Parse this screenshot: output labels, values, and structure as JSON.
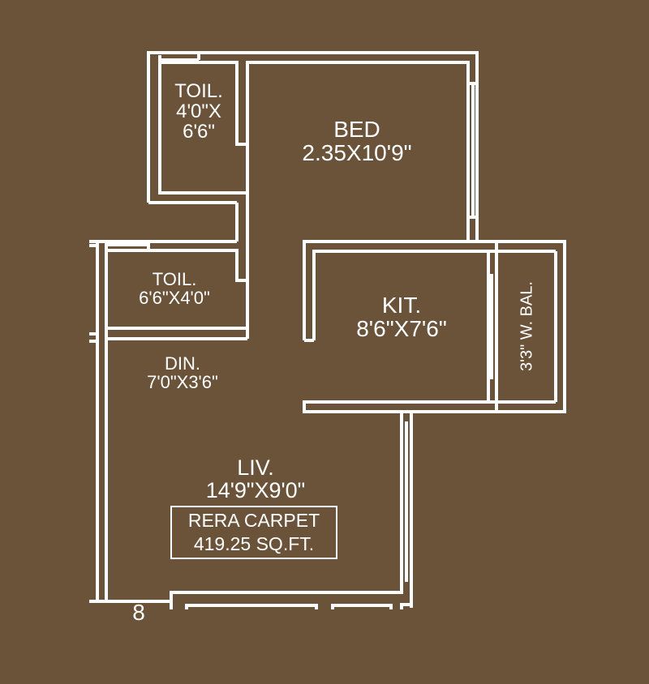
{
  "colors": {
    "background": "#6b5339",
    "lines": "#ffffff"
  },
  "rooms": [
    {
      "id": "toilet1",
      "name": "TOIL.",
      "dim_line1": "4'0\"X",
      "dim_line2": "6'6\""
    },
    {
      "id": "bedroom",
      "name": "BED",
      "dim": "2.35X10'9\""
    },
    {
      "id": "toilet2",
      "name": "TOIL.",
      "dim": "6'6\"X4'0\""
    },
    {
      "id": "kitchen",
      "name": "KIT.",
      "dim": "8'6\"X7'6\""
    },
    {
      "id": "balcony",
      "label": "3'3\" W. BAL."
    },
    {
      "id": "dining",
      "name": "DIN.",
      "dim": "7'0\"X3'6\""
    },
    {
      "id": "living",
      "name": "LIV.",
      "dim": "14'9\"X9'0\""
    }
  ],
  "rera": {
    "line1": "RERA CARPET",
    "line2": "419.25 SQ.FT."
  },
  "unit_number": "8"
}
